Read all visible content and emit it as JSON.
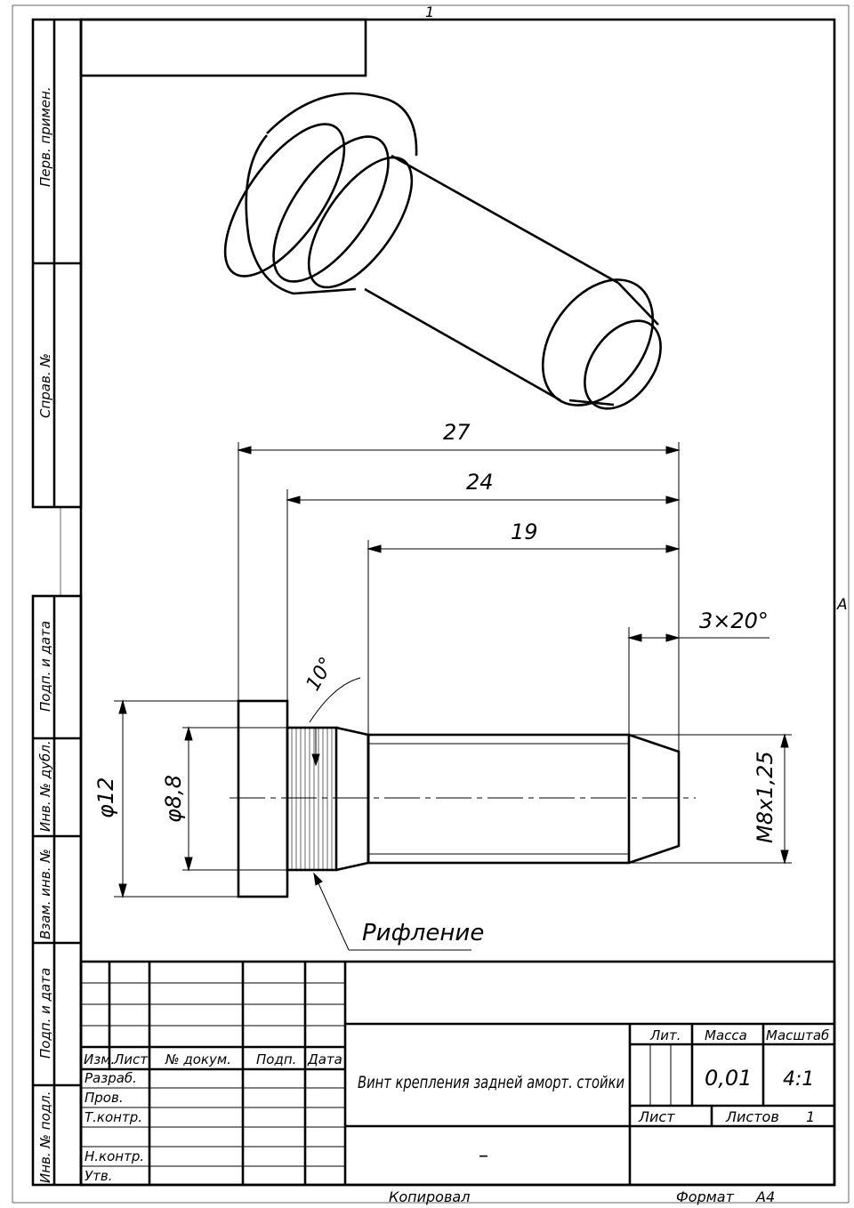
{
  "sheet": {
    "top_number": "1",
    "right_letter": "A",
    "format_label": "Формат",
    "format_value": "A4",
    "copied_label": "Копировал"
  },
  "side_stamp": {
    "perv_primen": "Перв. примен.",
    "sprav_no": "Справ. №",
    "podp_i_data_1": "Подп. и дата",
    "inv_no_dubl": "Инв. № дубл.",
    "vzam_inv_no": "Взам. инв. №",
    "podp_i_data_2": "Подп. и дата",
    "inv_no_podl": "Инв. № подл."
  },
  "dimensions": {
    "overall_length": "27",
    "length_24": "24",
    "thread_length": "19",
    "chamfer": "3×20°",
    "angle": "10°",
    "diameter_head": "φ12",
    "diameter_knurl": "φ8,8",
    "thread": "M8x1,25",
    "knurl_note": "Рифление"
  },
  "title_block": {
    "col_izm": "Изм.",
    "col_list": "Лист",
    "col_doc_no": "№ докум.",
    "col_podp": "Подп.",
    "col_data": "Дата",
    "row_razrab": "Разраб.",
    "row_prov": "Пров.",
    "row_tkontr": "Т.контр.",
    "row_nkontr": "Н.контр.",
    "row_utv": "Утв.",
    "title": "Винт крепления задней аморт. стойки",
    "material": "–",
    "lit_label": "Лит.",
    "mass_label": "Масса",
    "scale_label": "Масштаб",
    "mass_value": "0,01",
    "scale_value": "4:1",
    "sheet_label": "Лист",
    "sheets_label": "Листов",
    "sheets_value": "1"
  }
}
